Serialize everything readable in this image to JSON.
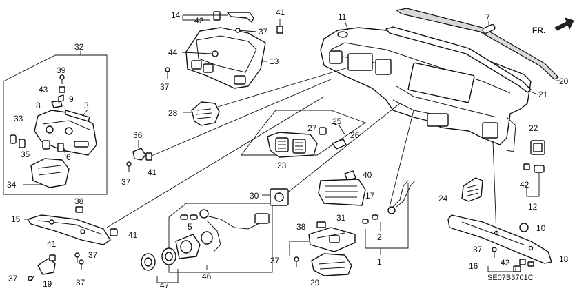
{
  "figure_code": "SE07B3701C",
  "direction_label": "FR.",
  "callouts": [
    {
      "id": "c1",
      "label": "1"
    },
    {
      "id": "c2",
      "label": "2"
    },
    {
      "id": "c3",
      "label": "3"
    },
    {
      "id": "c5",
      "label": "5"
    },
    {
      "id": "c6",
      "label": "6"
    },
    {
      "id": "c7",
      "label": "7"
    },
    {
      "id": "c8",
      "label": "8"
    },
    {
      "id": "c9",
      "label": "9"
    },
    {
      "id": "c10",
      "label": "10"
    },
    {
      "id": "c11",
      "label": "11"
    },
    {
      "id": "c12",
      "label": "12"
    },
    {
      "id": "c13",
      "label": "13"
    },
    {
      "id": "c14",
      "label": "14"
    },
    {
      "id": "c15",
      "label": "15"
    },
    {
      "id": "c16",
      "label": "16"
    },
    {
      "id": "c17",
      "label": "17"
    },
    {
      "id": "c18",
      "label": "18"
    },
    {
      "id": "c19",
      "label": "19"
    },
    {
      "id": "c20",
      "label": "20"
    },
    {
      "id": "c21",
      "label": "21"
    },
    {
      "id": "c22",
      "label": "22"
    },
    {
      "id": "c23",
      "label": "23"
    },
    {
      "id": "c24",
      "label": "24"
    },
    {
      "id": "c25",
      "label": "25"
    },
    {
      "id": "c26",
      "label": "26"
    },
    {
      "id": "c27",
      "label": "27"
    },
    {
      "id": "c28",
      "label": "28"
    },
    {
      "id": "c29",
      "label": "29"
    },
    {
      "id": "c30",
      "label": "30"
    },
    {
      "id": "c31",
      "label": "31"
    },
    {
      "id": "c32",
      "label": "32"
    },
    {
      "id": "c33",
      "label": "33"
    },
    {
      "id": "c34",
      "label": "34"
    },
    {
      "id": "c35",
      "label": "35"
    },
    {
      "id": "c36",
      "label": "36"
    },
    {
      "id": "c37a",
      "label": "37"
    },
    {
      "id": "c37b",
      "label": "37"
    },
    {
      "id": "c37c",
      "label": "37"
    },
    {
      "id": "c37d",
      "label": "37"
    },
    {
      "id": "c37e",
      "label": "37"
    },
    {
      "id": "c37f",
      "label": "37"
    },
    {
      "id": "c37g",
      "label": "37"
    },
    {
      "id": "c37h",
      "label": "37"
    },
    {
      "id": "c38a",
      "label": "38"
    },
    {
      "id": "c38b",
      "label": "38"
    },
    {
      "id": "c39",
      "label": "39"
    },
    {
      "id": "c40",
      "label": "40"
    },
    {
      "id": "c41a",
      "label": "41"
    },
    {
      "id": "c41b",
      "label": "41"
    },
    {
      "id": "c41c",
      "label": "41"
    },
    {
      "id": "c41d",
      "label": "41"
    },
    {
      "id": "c42a",
      "label": "42"
    },
    {
      "id": "c42b",
      "label": "42"
    },
    {
      "id": "c42c",
      "label": "42"
    },
    {
      "id": "c43",
      "label": "43"
    },
    {
      "id": "c44",
      "label": "44"
    },
    {
      "id": "c46",
      "label": "46"
    },
    {
      "id": "c47",
      "label": "47"
    }
  ]
}
